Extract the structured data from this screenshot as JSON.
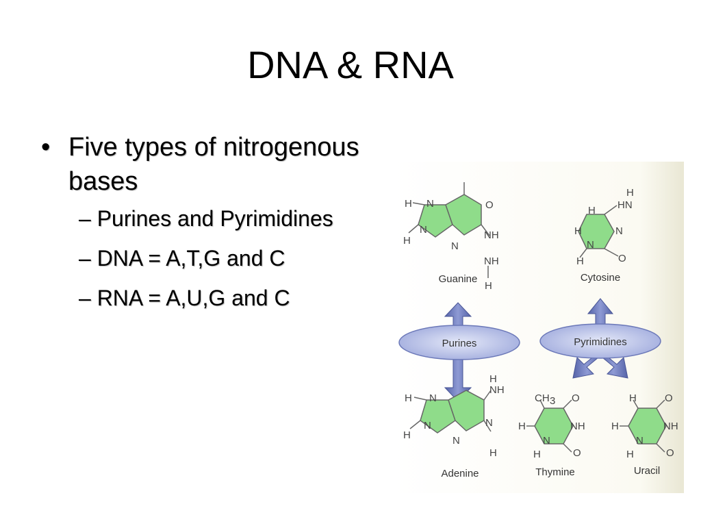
{
  "slide": {
    "title": "DNA & RNA",
    "bullet": {
      "marker": "•",
      "text": "Five types of nitrogenous bases"
    },
    "subbullets": [
      "– Purines and Pyrimidines",
      "– DNA = A,T,G and C",
      "– RNA = A,U,G and C"
    ]
  },
  "figure": {
    "groups": {
      "purines": "Purines",
      "pyrimidines": "Pyrimidines"
    },
    "bases": {
      "guanine": "Guanine",
      "cytosine": "Cytosine",
      "adenine": "Adenine",
      "thymine": "Thymine",
      "uracil": "Uracil"
    },
    "colors": {
      "ring_fill": "#8fdc8a",
      "ellipse_fill": "#b3bce6",
      "arrow_fill": "#6b78b8"
    }
  }
}
